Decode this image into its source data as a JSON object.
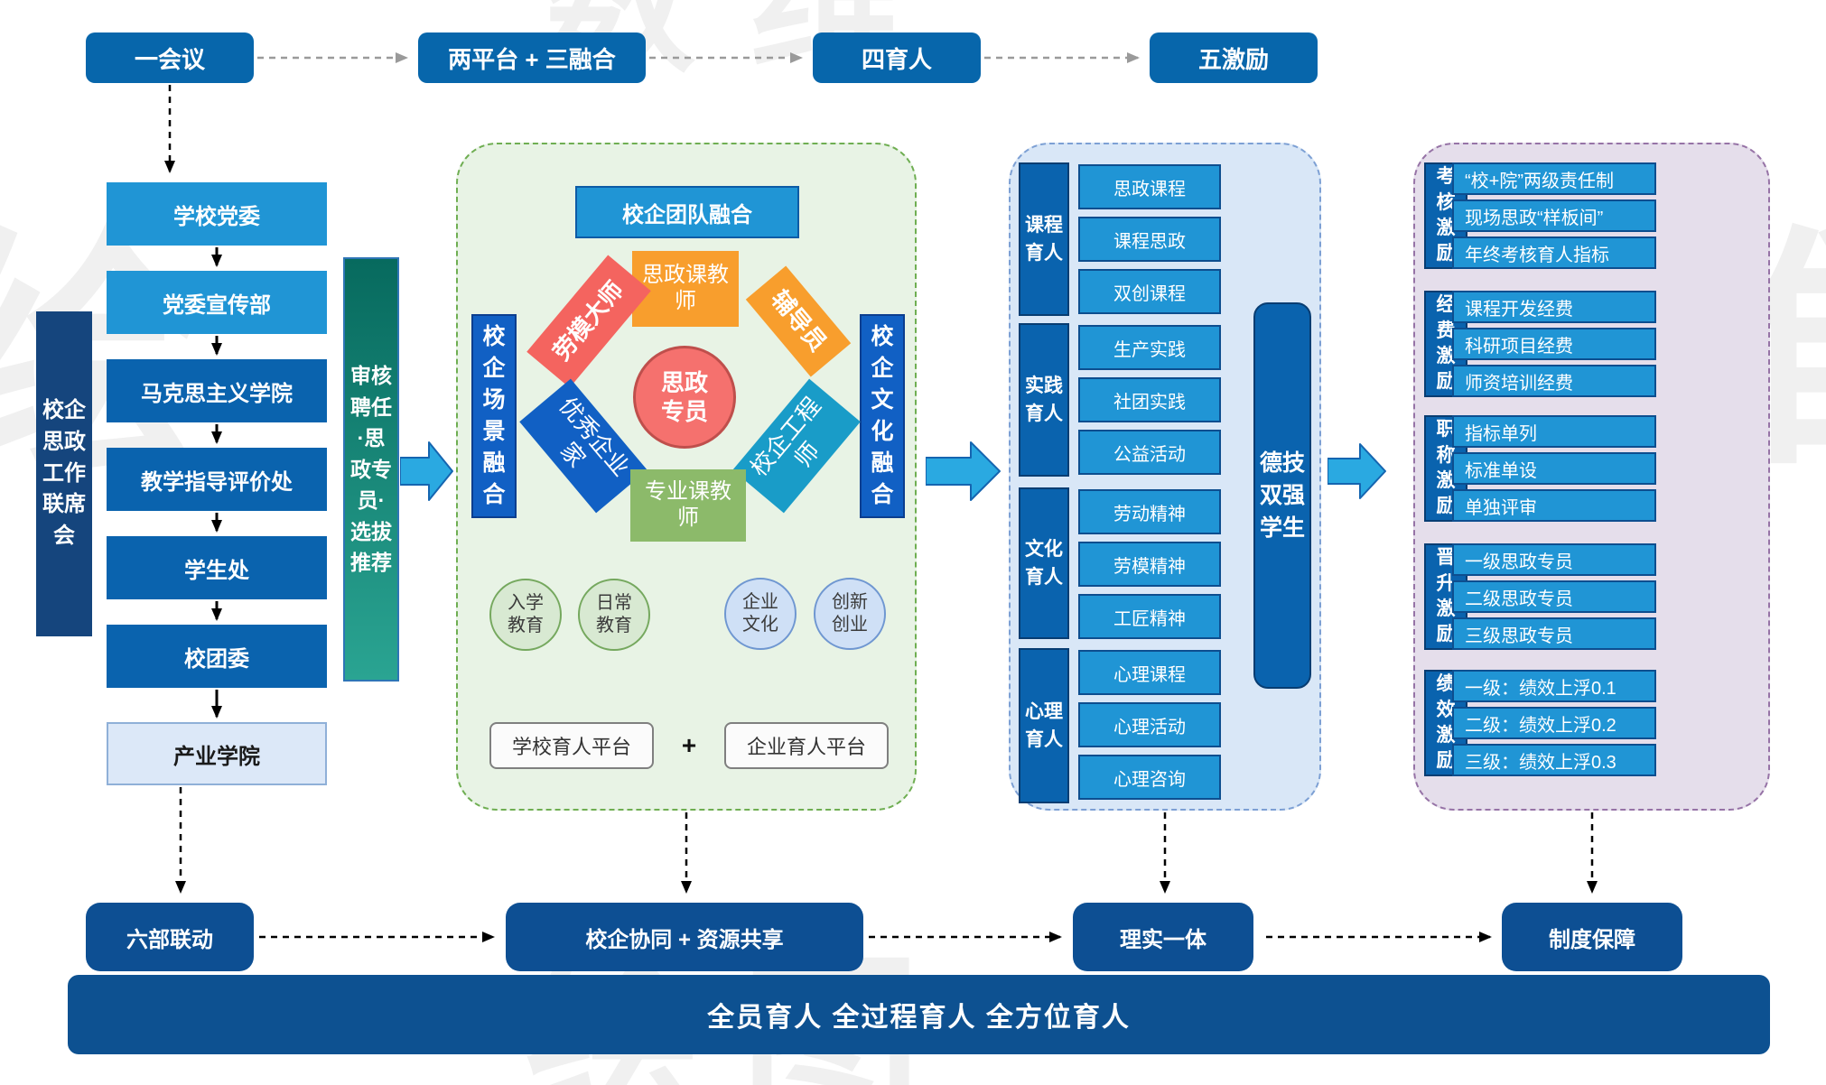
{
  "top_headers": [
    "一会议",
    "两平台 + 三融合",
    "四育人",
    "五激励"
  ],
  "left_flow": {
    "side_label": "校企思政工作联席会",
    "nodes": [
      "学校党委",
      "党委宣传部",
      "马克思主义学院",
      "教学指导评价处",
      "学生处",
      "校团委",
      "产业学院"
    ]
  },
  "review_bar_label": "审核聘任·思政专员·选拔推荐",
  "platform_panel": {
    "title": "校企团队融合",
    "scene_bar": "校企场景融合",
    "culture_bar": "校企文化融合",
    "center_role": "思政专员",
    "roles": {
      "master": "劳模大师",
      "ideology_teacher": "思政课教师",
      "counselor": "辅导员",
      "entrepreneur": "优秀企业家",
      "engineer": "校企工程师",
      "major_teacher": "专业课教师"
    },
    "education_circles": [
      "入学教育",
      "日常教育"
    ],
    "enterprise_circles": [
      "企业文化",
      "创新创业"
    ],
    "school_platform": "学校育人平台",
    "plus": "+",
    "enterprise_platform": "企业育人平台"
  },
  "education_panel": {
    "outcome_label": "德技双强学生",
    "sections": [
      {
        "label": "课程育人",
        "items": [
          "思政课程",
          "课程思政",
          "双创课程"
        ]
      },
      {
        "label": "实践育人",
        "items": [
          "生产实践",
          "社团实践",
          "公益活动"
        ]
      },
      {
        "label": "文化育人",
        "items": [
          "劳动精神",
          "劳模精神",
          "工匠精神"
        ]
      },
      {
        "label": "心理育人",
        "items": [
          "心理课程",
          "心理活动",
          "心理咨询"
        ]
      }
    ]
  },
  "incentive_panel": {
    "groups": [
      {
        "label": "考核激励",
        "items": [
          "“校+院”两级责任制",
          "现场思政“样板间”",
          "年终考核育人指标"
        ]
      },
      {
        "label": "经费激励",
        "items": [
          "课程开发经费",
          "科研项目经费",
          "师资培训经费"
        ]
      },
      {
        "label": "职称激励",
        "items": [
          "指标单列",
          "标准单设",
          "单独评审"
        ]
      },
      {
        "label": "晋升激励",
        "items": [
          "一级思政专员",
          "二级思政专员",
          "三级思政专员"
        ]
      },
      {
        "label": "绩效激励",
        "items": [
          "一级：绩效上浮0.1",
          "二级：绩效上浮0.2",
          "三级：绩效上浮0.3"
        ]
      }
    ]
  },
  "bottom_flow": [
    "六部联动",
    "校企协同 + 资源共享",
    "理实一体",
    "制度保障"
  ],
  "banner": "全员育人 全过程育人 全方位育人",
  "watermarks": [
    "数维",
    "绘",
    "维",
    "绘图"
  ],
  "colors": {
    "header_blue": "#0766ab",
    "light_blue": "#2095d5",
    "dark_blue": "#0a63ae",
    "bottom_blue": "#0d4f93",
    "teal_gradient_top": "#076a5e",
    "teal_gradient_bottom": "#2aa492",
    "green_panel": "#e8f3e5",
    "edu_panel": "#d9e7f7",
    "incentive_panel": "#e5deeb",
    "orange": "#f89e2d",
    "red": "#f4645f",
    "royal_blue": "#1160c4",
    "cyan": "#199cc8",
    "green_box": "#8cba6a",
    "arrow_blue": "#2aa9e1"
  }
}
